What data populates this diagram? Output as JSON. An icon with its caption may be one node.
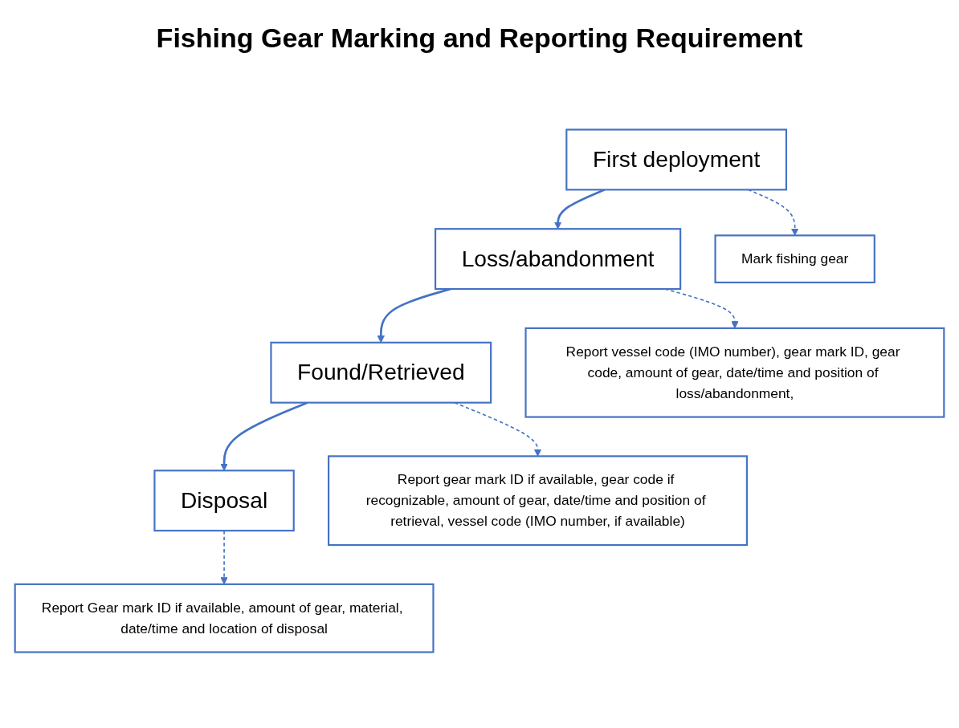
{
  "diagram": {
    "title": "Fishing Gear Marking and Reporting Requirement",
    "nodes": [
      {
        "text": [
          "First deployment"
        ]
      },
      {
        "text": [
          "Loss/abandonment"
        ]
      },
      {
        "text": [
          "Found/Retrieved"
        ]
      },
      {
        "text": [
          "Disposal"
        ]
      },
      {
        "text": [
          "Mark fishing gear"
        ]
      },
      {
        "text": [
          "Report vessel code (IMO number), gear mark ID, gear code, amount of gear, date/time and position of loss/abandonment,"
        ]
      },
      {
        "text": [
          "Report gear mark ID if available, gear code if recognizable, amount of gear, date/time and position of retrieval, vessel code (IMO number, if available)"
        ]
      },
      {
        "text": [
          "Report Gear mark ID if available, amount of gear, material, date/time and location of disposal"
        ]
      }
    ],
    "edges": [
      {
        "from": 0,
        "to": 1,
        "arrow": "to"
      },
      {
        "from": 1,
        "to": 2,
        "arrow": "to"
      },
      {
        "from": 2,
        "to": 3,
        "arrow": "to"
      },
      {
        "from": 0,
        "to": 4,
        "arrow": "to",
        "style": "dashed"
      },
      {
        "from": 1,
        "to": 5,
        "arrow": "to",
        "style": "dashed"
      },
      {
        "from": 2,
        "to": 6,
        "arrow": "to",
        "style": "dashed"
      },
      {
        "from": 3,
        "to": 7,
        "arrow": "to",
        "style": "dashed"
      }
    ]
  }
}
